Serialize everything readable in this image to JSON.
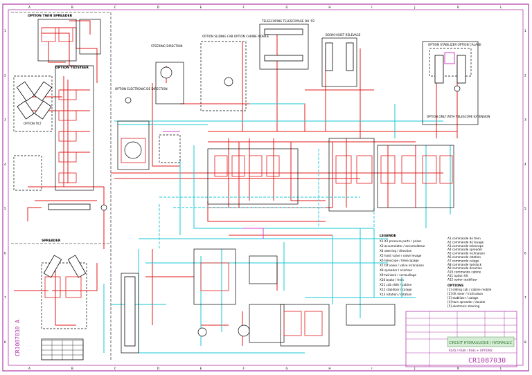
{
  "sheet": {
    "border_color": "#b03aa8",
    "hydraulic_red": "#e11a1a",
    "return_cyan": "#17c7d6",
    "pilot_black": "#111111",
    "column_marks": [
      "A",
      "B",
      "C",
      "D",
      "E",
      "F",
      "G",
      "H",
      "I",
      "J",
      "K",
      "L"
    ],
    "row_marks": [
      "1",
      "2",
      "3",
      "4",
      "5",
      "6",
      "7",
      "8"
    ]
  },
  "labels": {
    "option_spreader": "OPTION TWIN SPREADER",
    "option_tilt_steer": "OPTION TILTSTEER",
    "option_tilt": "OPTION TILT",
    "spreader": "SPREADER",
    "steering": "STEERING DIRECTION",
    "sliding_cab": "OPTION SLIDING CAB OPTION CABINE MOBILE",
    "telescoping": "TELESCOPING TELESCOPAGE DH 'FS'",
    "boom_hoist": "BOOM HOIST RELEVAGE",
    "option_stabilizer": "OPTION STABILIZER OPTION CALAGE",
    "option_only_with": "OPTION ONLY WITH TELESCOPE EXTENSION",
    "electronic_direction": "OPTION ELECTRONIC DE DIRECTION",
    "legend_title": "LEGENDE",
    "options_title": "OPTIONS"
  },
  "legend_left": [
    "X1-X2  pressure ports / prises",
    "X3  accumulator / accumulateur",
    "X4  steering / direction",
    "X5  hoist valve / valve levage",
    "X6  telescope / telescopage",
    "X7  tilt valve / valve inclinaison",
    "X8  spreader / ecarteur",
    "X9  twinlock / verrouillage",
    "X10  brake / frein",
    "X11  cab slide / cabine",
    "X12  stabilizer / calage",
    "X13  rotation / rotation"
  ],
  "legend_right": [
    "A1  commande de frein",
    "A2  commande de levage",
    "A3  commande telescope",
    "A4  commande spreader",
    "A5  commande inclinaison",
    "A6  commande rotation",
    "A7  commande calage",
    "A8  commande twinlock",
    "A9  commande direction",
    "A10  commande cabine",
    "A11  option tilt",
    "A12  option stabilizer"
  ],
  "options_list": [
    "[1]  sliding cab / cabine mobile",
    "[2]  tilt steer / inclinaison",
    "[3]  stabilizer / calage",
    "[4]  twin spreader / double",
    "[5]  electronic steering"
  ],
  "titleblock": {
    "title_text": "CIRCUIT HYDRAULIQUE / HYDRAULIC",
    "drawing_number": "CR1087030",
    "subtitle": "RS45 / RS46 / RS4x + OPTIONS",
    "side_number": "CR1087030 A"
  }
}
